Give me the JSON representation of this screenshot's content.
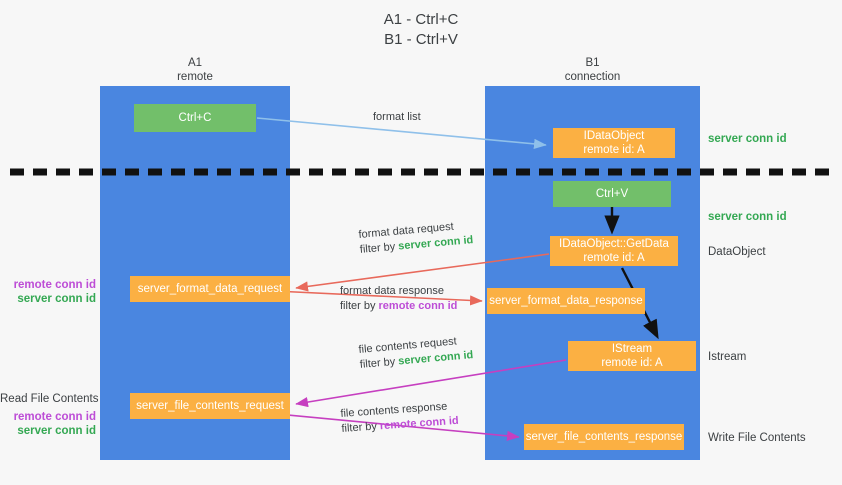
{
  "title": {
    "line1": "A1 - Ctrl+C",
    "line2": "B1 - Ctrl+V"
  },
  "lanes": [
    {
      "id": "A1",
      "name": "A1",
      "sub": "remote"
    },
    {
      "id": "B1",
      "name": "B1",
      "sub": "connection"
    }
  ],
  "boxes": {
    "ctrl_c": {
      "line1": "Ctrl+C",
      "color": "#72bf6a"
    },
    "idataobject": {
      "line1": "IDataObject",
      "line2": "remote id: A",
      "color": "#fbb043"
    },
    "ctrl_v": {
      "line1": "Ctrl+V",
      "color": "#72bf6a"
    },
    "getdata": {
      "line1": "IDataObject::GetData",
      "line2": "remote id: A",
      "color": "#fbb043"
    },
    "server_format_data_request": {
      "line1": "server_format_data_request",
      "color": "#fbb043"
    },
    "server_format_data_response": {
      "line1": "server_format_data_response",
      "color": "#fbb043"
    },
    "istream": {
      "line1": "IStream",
      "line2": "remote id: A",
      "color": "#fbb043"
    },
    "server_file_contents_request": {
      "line1": "server_file_contents_request",
      "color": "#fbb043"
    },
    "server_file_contents_response": {
      "line1": "server_file_contents_response",
      "color": "#fbb043"
    }
  },
  "side_labels": {
    "server_conn_id_top": "server conn id",
    "server_conn_id_mid": "server conn id",
    "dataobject": "DataObject",
    "istream": "Istream",
    "write_file_contents": "Write File Contents"
  },
  "left_labels": {
    "remote_conn_id": "remote conn id",
    "server_conn_id": "server conn id",
    "read_file_contents": "Read File Contents",
    "remote_conn_id_2": "remote conn id",
    "server_conn_id_2": "server conn id"
  },
  "arrow_labels": {
    "format_list": "format list",
    "format_data_request": {
      "line1": "format data request",
      "filter_prefix": "filter by ",
      "filter_value": "server conn id"
    },
    "format_data_response": {
      "line1": "format data response",
      "filter_prefix": "filter by ",
      "filter_value": "remote conn id"
    },
    "file_contents_request": {
      "line1": "file contents request",
      "filter_prefix": "filter by ",
      "filter_value": "server conn id"
    },
    "file_contents_response": {
      "line1": "file contents response",
      "filter_prefix": "filter by ",
      "filter_value": "remote conn id"
    }
  },
  "colors": {
    "lane": "#4a86e0",
    "green_box": "#72bf6a",
    "orange_box": "#fbb043",
    "server_conn_id": "#34a853",
    "remote_conn_id": "#bd4dd6",
    "arrow_blue": "#8fc0ea",
    "arrow_red": "#e8695b",
    "arrow_magenta": "#c councils",
    "arrow_black": "#000000",
    "background": "#f7f7f7"
  }
}
